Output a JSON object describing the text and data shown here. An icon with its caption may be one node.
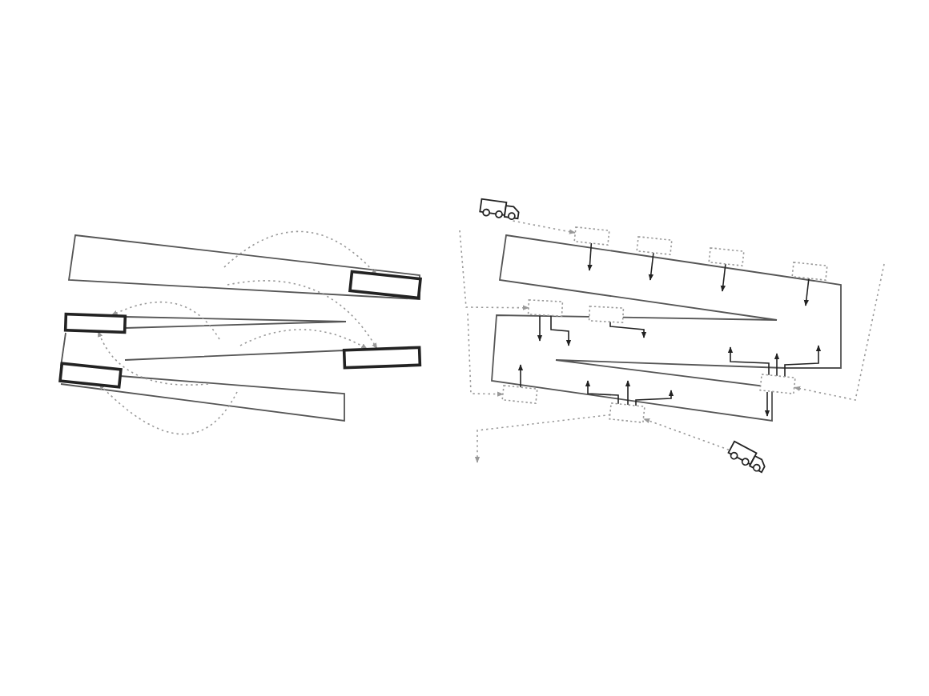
{
  "diagram": {
    "nodes": [
      {
        "text": [],
        "shape": "box"
      },
      {
        "text": [],
        "shape": "box"
      },
      {
        "text": [],
        "shape": "box"
      },
      {
        "text": [],
        "shape": "box"
      },
      {
        "text": [],
        "shape": "truck"
      },
      {
        "text": [],
        "shape": "truck"
      },
      {
        "text": [],
        "shape": "box"
      },
      {
        "text": [],
        "shape": "box"
      },
      {
        "text": [],
        "shape": "box"
      },
      {
        "text": [],
        "shape": "box"
      },
      {
        "text": [],
        "shape": "box"
      },
      {
        "text": [],
        "shape": "box"
      },
      {
        "text": [],
        "shape": "box"
      },
      {
        "text": [],
        "shape": "box"
      },
      {
        "text": [],
        "shape": "box"
      }
    ],
    "edges": [
      {
        "from": null,
        "to": 0,
        "arrow": "to",
        "style": "dashed",
        "color": "#999999"
      },
      {
        "from": null,
        "to": 2,
        "arrow": "to",
        "style": "dashed",
        "color": "#999999"
      },
      {
        "from": null,
        "to": 2,
        "arrow": "to",
        "style": "dashed",
        "color": "#999999"
      },
      {
        "from": null,
        "to": 1,
        "arrow": "to",
        "style": "dashed",
        "color": "#999999"
      },
      {
        "from": null,
        "to": 1,
        "arrow": "to",
        "style": "dashed",
        "color": "#999999"
      },
      {
        "from": null,
        "to": 3,
        "arrow": "to",
        "style": "dashed",
        "color": "#999999"
      },
      {
        "from": 4,
        "to": 6,
        "arrow": "to",
        "style": "dashed",
        "color": "#999999"
      },
      {
        "from": null,
        "to": 10,
        "arrow": "to",
        "style": "dashed",
        "color": "#999999"
      },
      {
        "from": null,
        "to": 13,
        "arrow": "to",
        "style": "dashed",
        "color": "#999999"
      },
      {
        "from": null,
        "to": 12,
        "arrow": "to",
        "style": "dashed",
        "color": "#999999"
      },
      {
        "from": 14,
        "to": null,
        "arrow": "to",
        "style": "dashed",
        "color": "#999999"
      },
      {
        "from": 5,
        "to": 14,
        "arrow": "to",
        "style": "dashed",
        "color": "#999999"
      },
      {
        "from": 6,
        "to": null,
        "arrow": "to"
      },
      {
        "from": 7,
        "to": null,
        "arrow": "to"
      },
      {
        "from": 8,
        "to": null,
        "arrow": "to"
      },
      {
        "from": 9,
        "to": null,
        "arrow": "to"
      },
      {
        "from": 10,
        "to": null,
        "arrow": "to"
      },
      {
        "from": 10,
        "to": null,
        "arrow": "to"
      },
      {
        "from": 11,
        "to": null,
        "arrow": "to"
      },
      {
        "from": 13,
        "to": null,
        "arrow": "to"
      },
      {
        "from": 14,
        "to": null,
        "arrow": "to"
      },
      {
        "from": 14,
        "to": null,
        "arrow": "to"
      },
      {
        "from": 14,
        "to": null,
        "arrow": "to"
      },
      {
        "from": 12,
        "to": null,
        "arrow": "to"
      },
      {
        "from": 12,
        "to": null,
        "arrow": "to"
      },
      {
        "from": 12,
        "to": null,
        "arrow": "to"
      },
      {
        "from": 12,
        "to": null,
        "arrow": "to"
      }
    ]
  }
}
